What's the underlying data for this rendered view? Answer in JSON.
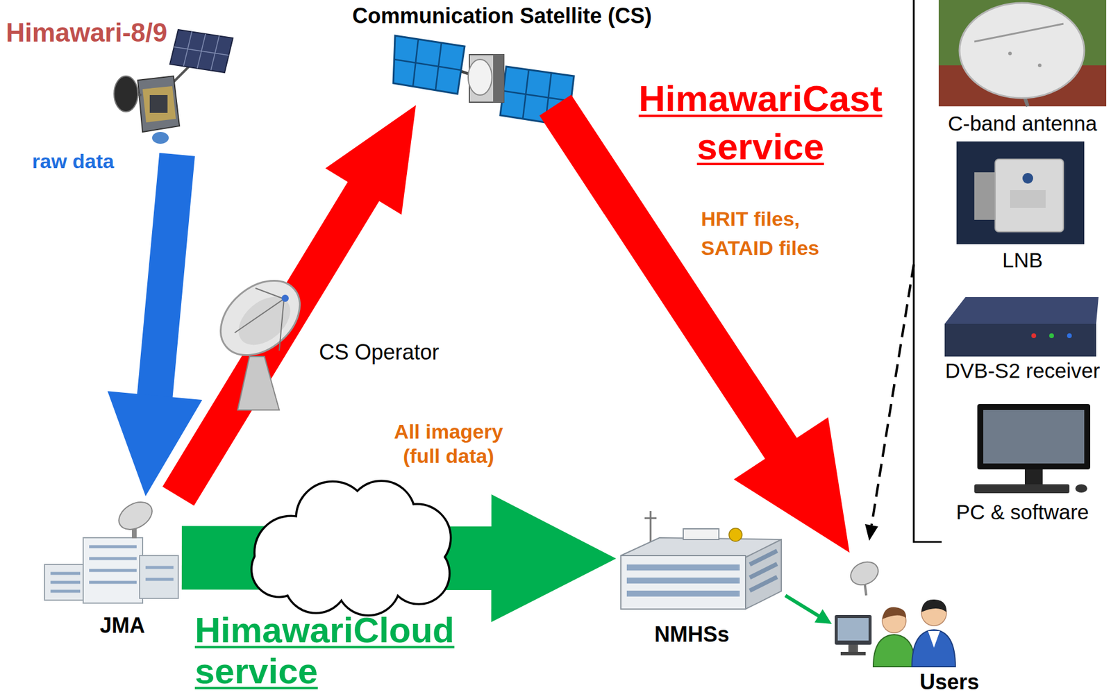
{
  "diagram": {
    "nodes": [
      {
        "text": [
          "Himawari-8/9"
        ]
      },
      {
        "text": [
          "Communication Satellite (CS)"
        ]
      },
      {
        "text": [
          "JMA"
        ]
      },
      {
        "text": [
          "NMHSs"
        ]
      },
      {
        "text": [
          "Users"
        ]
      }
    ],
    "edges": [
      {
        "from": 0,
        "to": 2,
        "arrow": "to",
        "label": "raw data"
      },
      {
        "from": 2,
        "to": 1,
        "arrow": "to",
        "label": "CS Operator"
      },
      {
        "from": 1,
        "to": 4,
        "arrow": "to",
        "label": "HRIT files, SATAID files"
      },
      {
        "from": 2,
        "to": 3,
        "arrow": "to",
        "label": "All imagery (full data)"
      },
      {
        "from": 3,
        "to": 4,
        "arrow": "to"
      }
    ],
    "labels": [
      "HimawariCast service",
      "HimawariCloud service",
      "C-band antenna",
      "LNB",
      "DVB-S2 receiver",
      "PC & software"
    ]
  }
}
